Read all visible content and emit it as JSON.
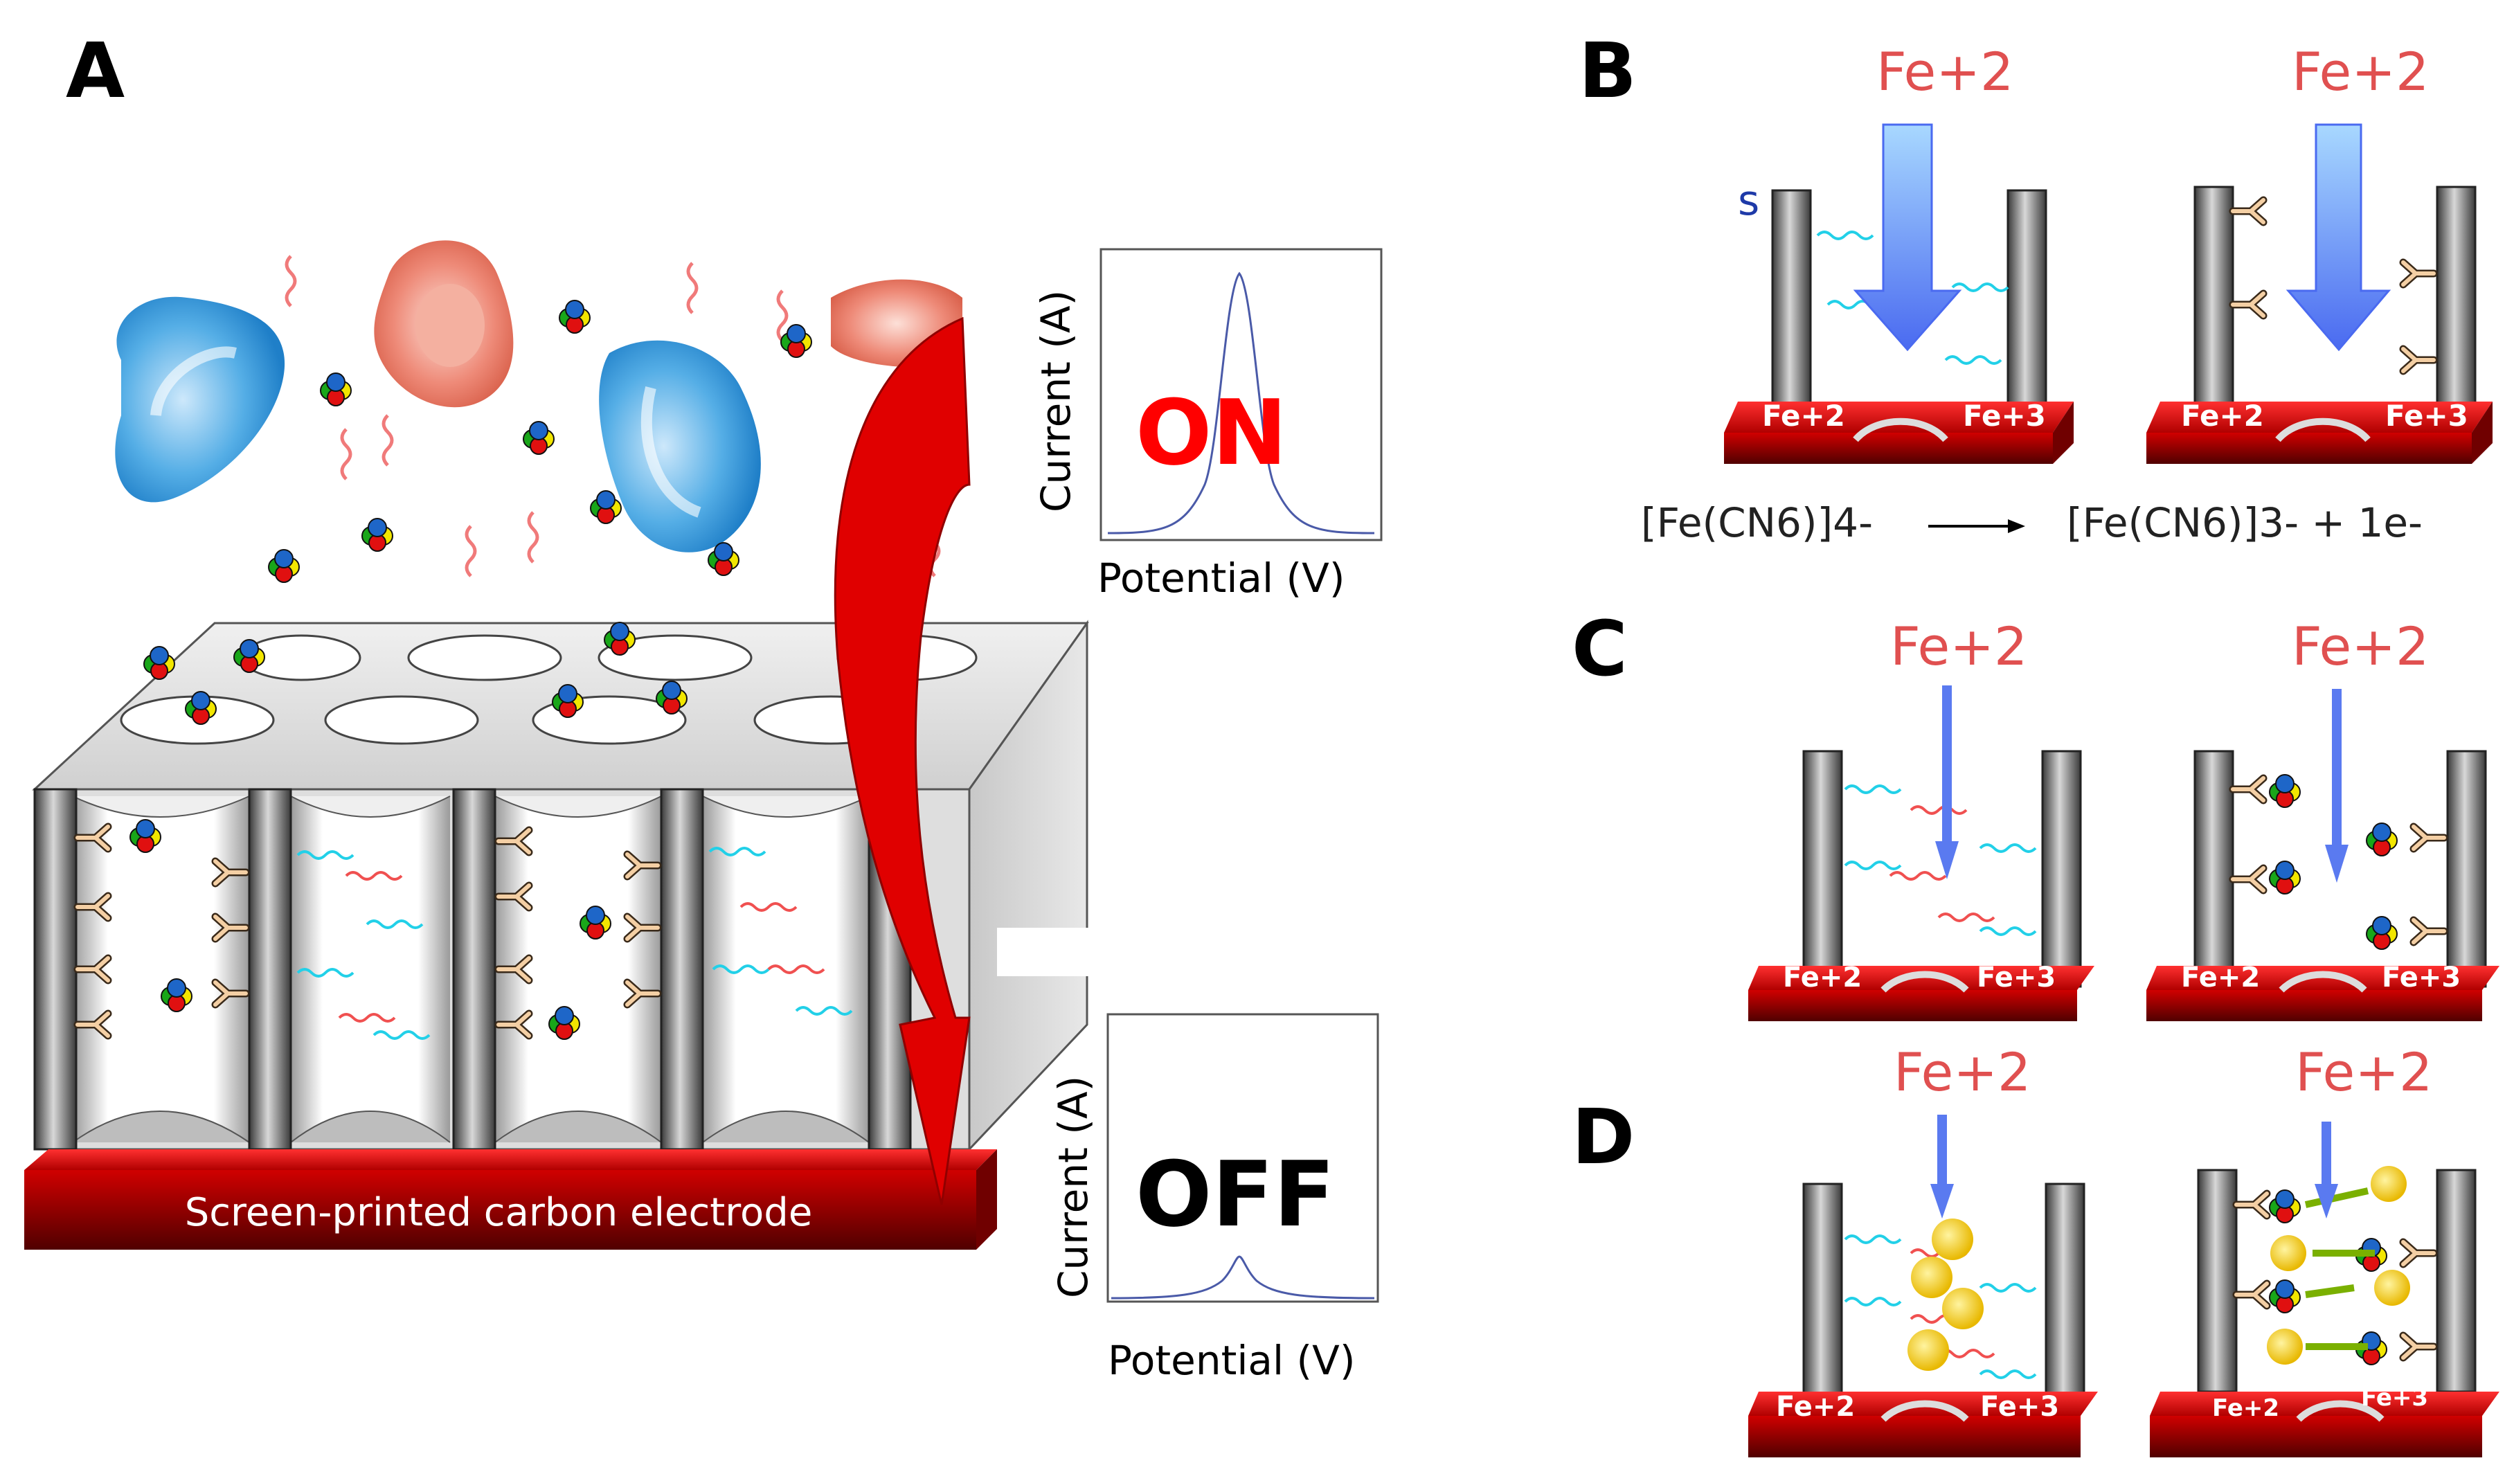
{
  "panels": {
    "a": {
      "letter": "A",
      "electrode_label": "Screen-printed carbon electrode",
      "plot_on": {
        "state": "ON",
        "ylabel": "Current (A)",
        "xlabel": "Potential (V)"
      },
      "plot_off": {
        "state": "OFF",
        "ylabel": "Current (A)",
        "xlabel": "Potential (V)"
      }
    },
    "b": {
      "letter": "B",
      "ion_left": "Fe+2",
      "ion_right": "Fe+2",
      "stray_mark": "s",
      "electrode_left": {
        "left": "Fe+2",
        "right": "Fe+3"
      },
      "electrode_right": {
        "left": "Fe+2",
        "right": "Fe+3"
      },
      "reaction_left": "[Fe(CN6)]4-",
      "reaction_right": "[Fe(CN6)]3- + 1e-"
    },
    "c": {
      "letter": "C",
      "ion_left": "Fe+2",
      "ion_right": "Fe+2",
      "electrode_left": {
        "left": "Fe+2",
        "right": "Fe+3"
      },
      "electrode_right": {
        "left": "Fe+2",
        "right": "Fe+3"
      }
    },
    "d": {
      "letter": "D",
      "ion_left": "Fe+2",
      "ion_right": "Fe+2",
      "electrode_left": {
        "left": "Fe+2",
        "right": "Fe+3"
      },
      "electrode_right": {
        "left": "Fe+2",
        "right": "Fe+3"
      }
    }
  },
  "colors": {
    "electrode_red": "#e00000",
    "electrode_dark": "#8a0000",
    "ion_text": "#e05050",
    "arrow_blue": "#5a7af0",
    "cyan_strand": "#22d0e8",
    "red_strand": "#f05050",
    "cell_blue": "#2a8fd6",
    "cell_red": "#e06048",
    "on_text": "#ff0000",
    "curve": "#4a5aa8",
    "gold_bead": "#f5c800"
  }
}
